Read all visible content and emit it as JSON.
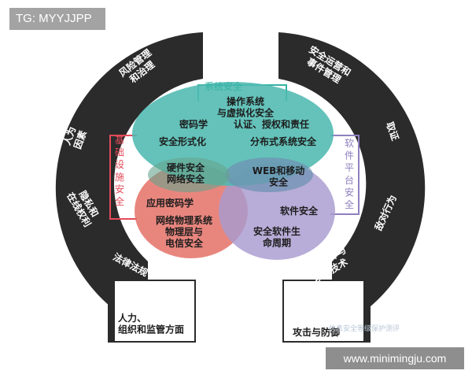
{
  "tag_label": "TG: MYYJJPP",
  "url_label": "www.minimingju.com",
  "watermark": "信息安全等级保护测评",
  "colors": {
    "dark_arc": "#2b2b2b",
    "teal": "#4fbab0",
    "red": "#e36b62",
    "purple": "#a89bd0",
    "blue_overlap": "#6f93b3",
    "callout_green": "#35b3a5",
    "callout_red": "#e34b5a",
    "callout_purple": "#8e7fbf"
  },
  "left_arc": {
    "seg1": "风险管理\n和治理",
    "seg2": "人为\n因素",
    "seg3": "隐私和\n在线权利",
    "seg4": "法律法规",
    "box_label": "人力、\n组织和监管方面"
  },
  "right_arc": {
    "seg1": "安全运营和\n事件管理",
    "seg2": "取证",
    "seg3": "敌对行为",
    "seg4": "恶意软件与\n攻击技术",
    "box_label": "攻击与防御"
  },
  "callouts": {
    "system": "系统安全",
    "infrastructure": "基础设施安全",
    "software_platform": "软件平台安全"
  },
  "circles": {
    "teal_texts": [
      "操作系统\n与虚拟化安全",
      "密码学",
      "认证、授权和责任",
      "安全形式化",
      "分布式系统安全"
    ],
    "overlap_teal_red": "硬件安全\n网络安全",
    "overlap_teal_purple": "WEB和移动\n安全",
    "red_texts": [
      "应用密码学",
      "网络物理系统\n物理层与\n电信安全"
    ],
    "purple_texts": [
      "软件安全",
      "安全软件生\n命周期"
    ]
  }
}
